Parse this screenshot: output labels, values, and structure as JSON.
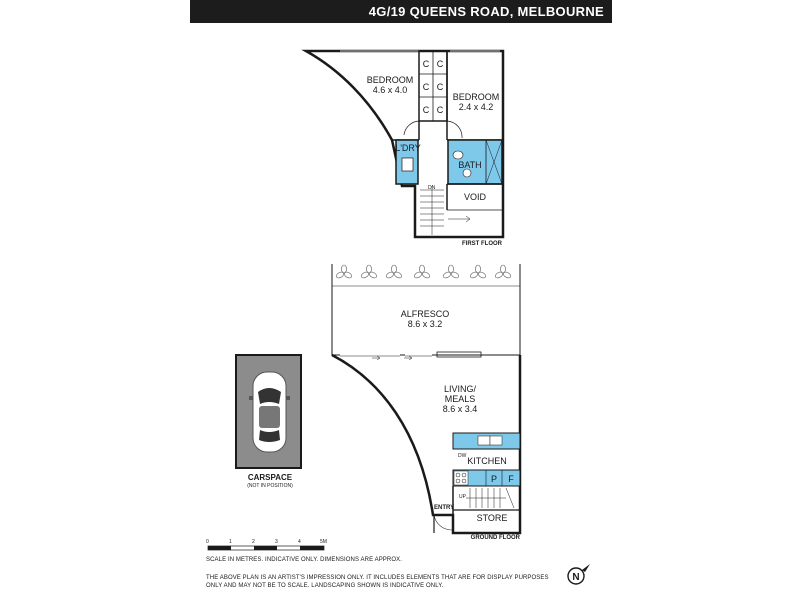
{
  "header": {
    "address": "4G/19 QUEENS ROAD, MELBOURNE"
  },
  "first_floor": {
    "level_label": "FIRST FLOOR",
    "bedroom1": {
      "name": "BEDROOM",
      "dims": "4.6 x 4.0"
    },
    "bedroom2": {
      "name": "BEDROOM",
      "dims": "2.4 x 4.2"
    },
    "laundry": "L'DRY",
    "bath": "BATH",
    "void": "VOID",
    "cupboard": "C",
    "stair_dn": "DN"
  },
  "ground_floor": {
    "level_label": "GROUND FLOOR",
    "alfresco": {
      "name": "ALFRESCO",
      "dims": "8.6 x 3.2"
    },
    "living": {
      "name_line1": "LIVING/",
      "name_line2": "MEALS",
      "dims": "8.6 x 3.4"
    },
    "kitchen": "KITCHEN",
    "dw": "DW",
    "pantry": "P",
    "fridge": "F",
    "store": "STORE",
    "entry": "ENTRY",
    "stair_up": "UP"
  },
  "carspace": {
    "label": "CARSPACE",
    "sublabel": "(NOT IN POSITION)"
  },
  "scale": {
    "ticks": [
      "0",
      "1",
      "2",
      "3",
      "4",
      "5M"
    ],
    "note": "SCALE IN METRES. INDICATIVE ONLY. DIMENSIONS ARE APPROX."
  },
  "disclaimer": {
    "line1": "THE ABOVE PLAN IS AN ARTIST'S IMPRESSION ONLY. IT INCLUDES ELEMENTS THAT ARE FOR DISPLAY PURPOSES",
    "line2": "ONLY AND MAY NOT BE TO SCALE. LANDSCAPING SHOWN IS INDICATIVE ONLY."
  },
  "compass": {
    "letter": "N"
  },
  "colors": {
    "wet_area": "#7ec8ea",
    "wall": "#1a1a1a",
    "banner": "#1c1c1c"
  }
}
